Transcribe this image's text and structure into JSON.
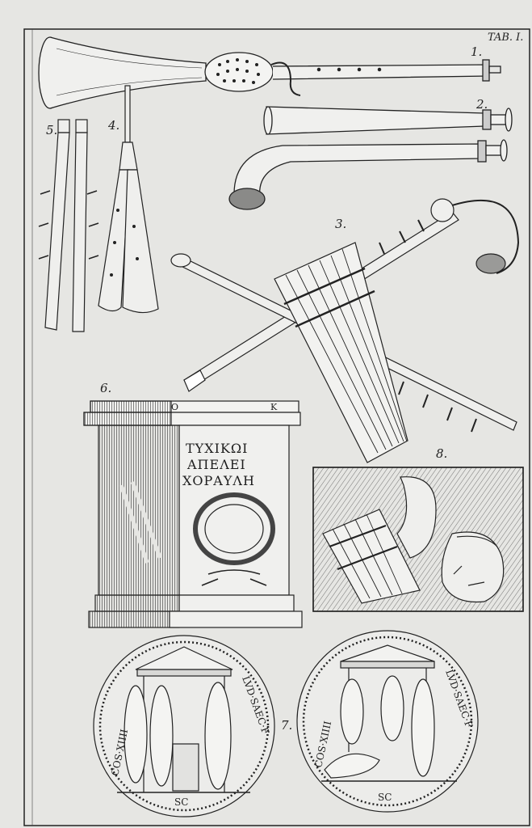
{
  "plate_label": "TAB. I.",
  "figure_numbers": {
    "f1": "1.",
    "f2": "2.",
    "f3": "3.",
    "f4": "4.",
    "f5": "5.",
    "f6": "6.",
    "f7": "7.",
    "f8": "8."
  },
  "altar": {
    "top_letter_left": "O",
    "top_letter_right": "K",
    "inscription": [
      "ΤΥΧΙΚΩΙ",
      "ΑΠΕΛΕΙ",
      "ΧΟΡΑΥΛΗ"
    ]
  },
  "coin_left": {
    "left_legend": "COS·XIIII",
    "right_legend": "LVD·SAEC·F",
    "bottom": "SC"
  },
  "coin_right": {
    "left_legend": "COS·XIIII",
    "right_legend": "LVD·SAEC·F",
    "bottom": "SC"
  },
  "colors": {
    "paper": "#e6e6e3",
    "ink": "#1e1e1e",
    "shade": "#555555"
  }
}
